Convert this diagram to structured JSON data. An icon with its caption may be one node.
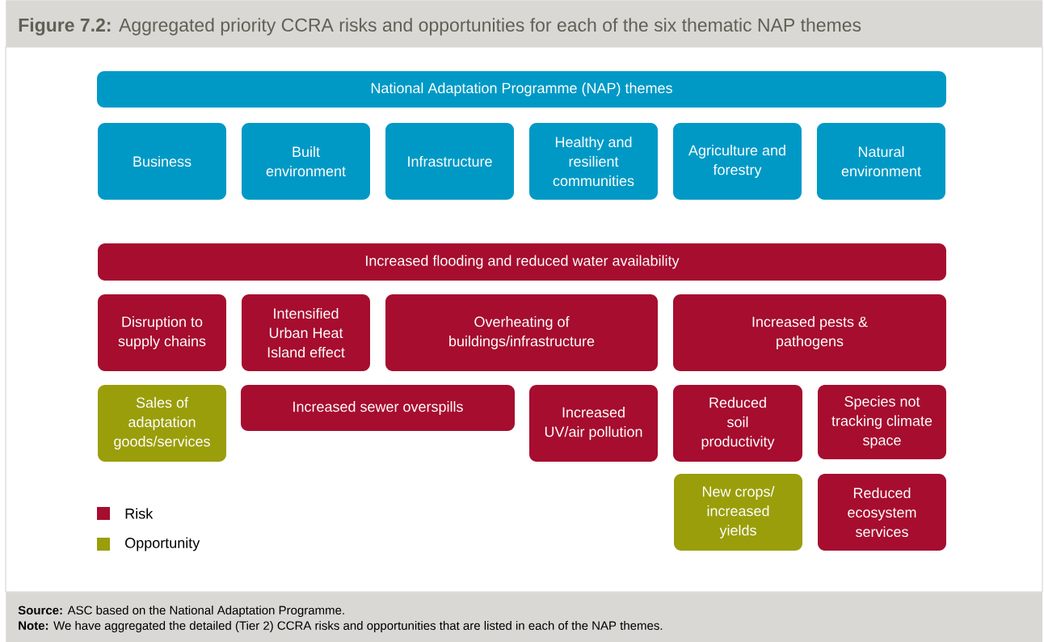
{
  "diagram": {
    "title": "**Figure 7.2:** Aggregated priority CCRA risks and opportunities for each of the six thematic NAP themes",
    "nodes": [
      {
        "text": [
          "National Adaptation Programme (NAP) themes"
        ]
      },
      {
        "text": [
          "Business"
        ]
      },
      {
        "text": [
          "Built environment"
        ]
      },
      {
        "text": [
          "Infrastructure"
        ]
      },
      {
        "text": [
          "Healthy and resilient communities"
        ]
      },
      {
        "text": [
          "Agriculture and forestry"
        ]
      },
      {
        "text": [
          "Natural environment"
        ]
      },
      {
        "text": [
          "Increased flooding and reduced water availability"
        ]
      },
      {
        "text": [
          "Disruption to supply chains"
        ]
      },
      {
        "text": [
          "Intensified Urban Heat Island effect"
        ]
      },
      {
        "text": [
          "Overheating of buildings/infrastructure"
        ]
      },
      {
        "text": [
          "Increased pests & pathogens"
        ]
      },
      {
        "text": [
          "Sales of adaptation goods/services"
        ]
      },
      {
        "text": [
          "Increased sewer overspills"
        ]
      },
      {
        "text": [
          "Increased UV/air pollution"
        ]
      },
      {
        "text": [
          "Reduced soil productivity"
        ]
      },
      {
        "text": [
          "Species not tracking climate space"
        ]
      },
      {
        "text": [
          "New crops/ increased yields"
        ]
      },
      {
        "text": [
          "Reduced ecosystem services"
        ]
      }
    ],
    "labels": [
      "**Source:** ASC based on the National Adaptation Programme.",
      "**Note:** We have aggregated the detailed (Tier 2) CCRA risks and opportunities that are listed in each of the NAP themes."
    ],
    "legend": [
      {
        "text": "Risk",
        "color": "#a60d2f"
      },
      {
        "text": "Opportunity",
        "color": "#9a9e0a"
      }
    ]
  }
}
